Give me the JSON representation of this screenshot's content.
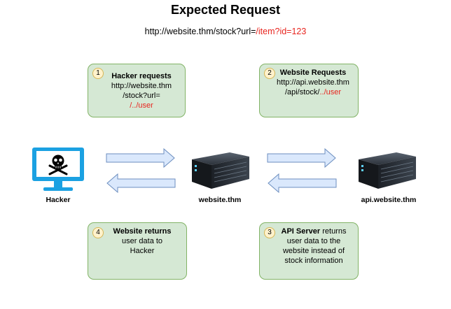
{
  "title": "Expected Request",
  "expected_url": {
    "base": "http://website.thm/stock?url=",
    "path": "/item?id=123"
  },
  "nodes": {
    "hacker": "Hacker",
    "website": "website.thm",
    "api": "api.website.thm"
  },
  "steps": [
    {
      "number": "1",
      "heading": "Hacker requests",
      "line1": "http://website.thm",
      "line2": "/stock?url=",
      "highlight": "/../user"
    },
    {
      "number": "2",
      "heading": "Website Requests",
      "line1": "http://api.website.thm",
      "line2": "/api/stock/",
      "highlight": "../user"
    },
    {
      "number": "3",
      "heading": "API Server",
      "rest1": " returns",
      "line2": "user data to the",
      "line3": "website instead of",
      "line4": "stock information"
    },
    {
      "number": "4",
      "heading": "Website returns",
      "line2": "user data to",
      "line3": "Hacker"
    }
  ],
  "colors": {
    "box_fill": "#d5e8d4",
    "box_stroke": "#82b366",
    "arrow_fill": "#dae8fc",
    "arrow_stroke": "#6c8ebf",
    "highlight": "#e8251f",
    "monitor": "#1ba1e2"
  }
}
